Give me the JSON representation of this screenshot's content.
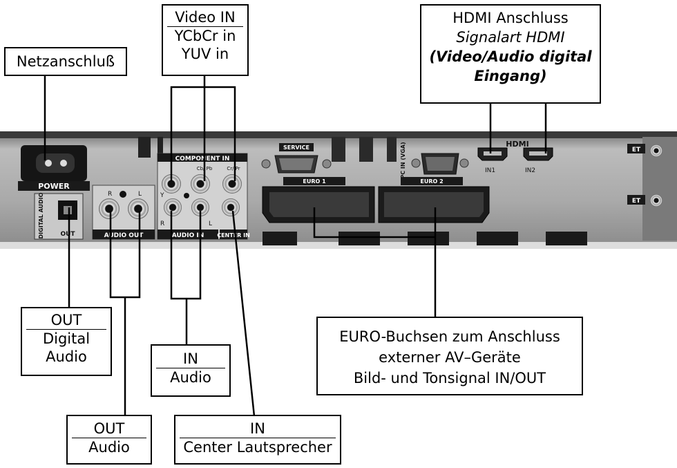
{
  "labels": {
    "power": {
      "title": "Netzanschluß"
    },
    "video_in": {
      "line1": "Video IN",
      "line2": "YCbCr in",
      "line3": "YUV in"
    },
    "hdmi": {
      "line1": "HDMI Anschluss",
      "line2": "Signalart HDMI",
      "line3": "(Video/Audio digital",
      "line4": "Eingang)"
    },
    "out_digital": {
      "line1": "OUT",
      "line2": "Digital",
      "line3": "Audio"
    },
    "in_audio": {
      "line1": "IN",
      "line2": "Audio"
    },
    "out_audio": {
      "line1": "OUT",
      "line2": "Audio"
    },
    "in_center": {
      "line1": "IN",
      "line2": "Center Lautsprecher"
    },
    "euro": {
      "line1": "EURO-Buchsen zum Anschluss",
      "line2": "externer AV–Geräte",
      "line3": "Bild- und Tonsignal IN/OUT"
    }
  },
  "panel": {
    "power": "POWER",
    "digital_audio": "DIGITAL AUDIO",
    "optical_out": "OUT",
    "audio_out": "AUDIO OUT",
    "component_in": "COMPONENT IN",
    "y": "Y",
    "cb_pb": "Cb/ Pb",
    "cr_pr": "Cr/ Pr",
    "audio_in": "AUDIO IN",
    "center": "CENTER IN",
    "r": "R",
    "l": "L",
    "service": "SERVICE",
    "pc_in": "PC IN (VGA)",
    "euro1": "EURO 1",
    "euro2": "EURO 2",
    "hdmi_logo": "HDMI",
    "in1": "IN1",
    "in2": "IN2",
    "et": "ET"
  }
}
